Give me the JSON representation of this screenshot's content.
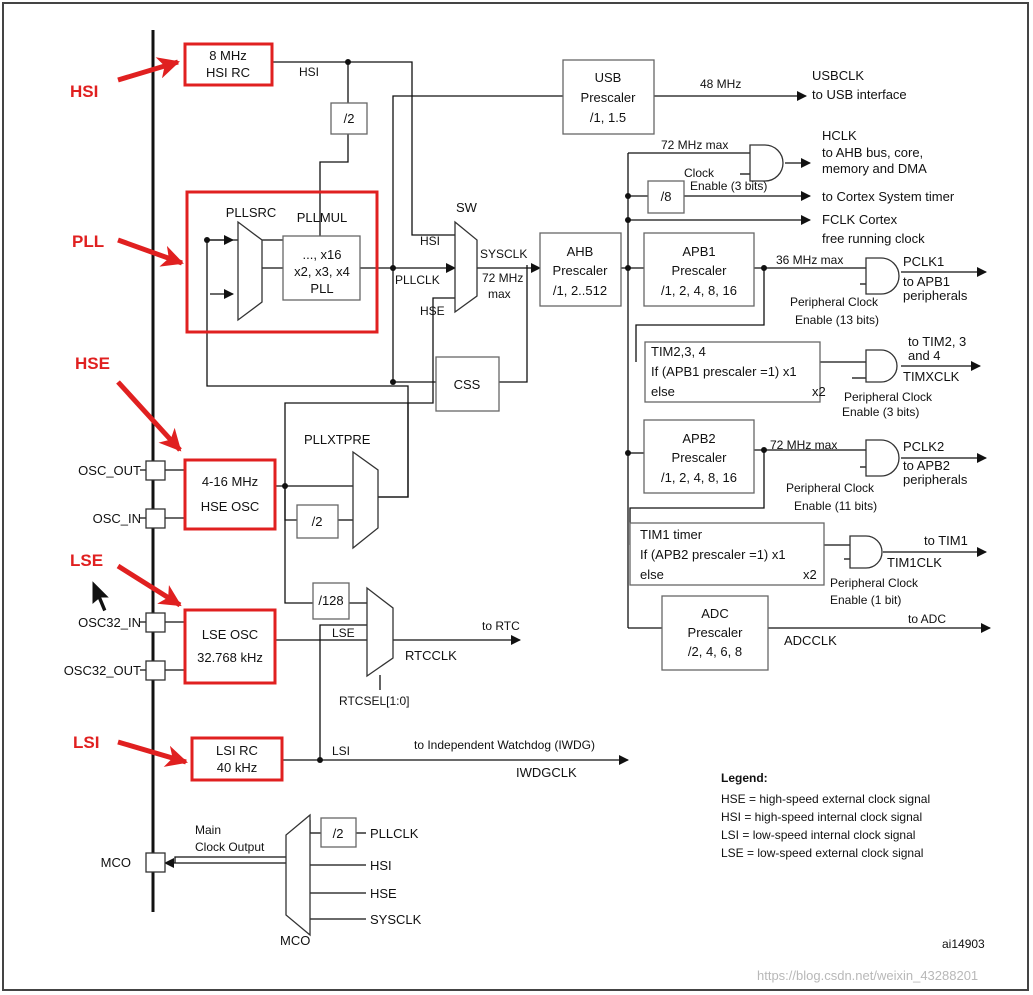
{
  "side_labels": {
    "hsi": "HSI",
    "pll": "PLL",
    "hse": "HSE",
    "lse": "LSE",
    "lsi": "LSI"
  },
  "colors": {
    "highlight": "#e02020",
    "line": "#111111",
    "box": "#555555"
  },
  "blocks": {
    "hsi_rc": [
      "8 MHz",
      "HSI RC"
    ],
    "pll": {
      "pllsrc": "PLLSRC",
      "pllmul": "PLLMUL",
      "mul_lines": [
        "..., x16",
        "x2, x3, x4",
        "PLL"
      ]
    },
    "hse_osc": [
      "4-16 MHz",
      "HSE OSC"
    ],
    "lse_osc": [
      "LSE OSC",
      "32.768 kHz"
    ],
    "lsi_rc": [
      "LSI RC",
      "40 kHz"
    ],
    "div2_top": "/2",
    "div2_hse": "/2",
    "div128": "/128",
    "div8": "/8",
    "div2_mco": "/2",
    "css": "CSS",
    "usb": [
      "USB",
      "Prescaler",
      "/1, 1.5"
    ],
    "ahb": [
      "AHB",
      "Prescaler",
      "/1, 2..512"
    ],
    "apb1": [
      "APB1",
      "Prescaler",
      "/1, 2, 4, 8, 16"
    ],
    "apb2": [
      "APB2",
      "Prescaler",
      "/1, 2, 4, 8, 16"
    ],
    "adc": [
      "ADC",
      "Prescaler",
      "/2, 4, 6, 8"
    ],
    "tim234": [
      "TIM2,3, 4",
      "If (APB1 prescaler =1) x1",
      "else",
      "x2"
    ],
    "tim1": [
      "TIM1 timer",
      "If (APB2 prescaler =1) x1",
      "else",
      "x2"
    ]
  },
  "pins": {
    "osc_out": "OSC_OUT",
    "osc_in": "OSC_IN",
    "osc32_in": "OSC32_IN",
    "osc32_out": "OSC32_OUT",
    "mco": "MCO"
  },
  "signals": {
    "hsi": "HSI",
    "sw": "SW",
    "sw_hsi": "HSI",
    "pllclk": "PLLCLK",
    "sw_hse": "HSE",
    "sysclk": "SYSCLK",
    "sysclk_max": [
      "72 MHz",
      "max"
    ],
    "pllxtpre": "PLLXTPRE",
    "lse": "LSE",
    "lsi": "LSI",
    "rtcclk": "RTCCLK",
    "to_rtc": "to RTC",
    "rtcsel": "RTCSEL[1:0]",
    "iwdg_to": "to Independent Watchdog (IWDG)",
    "iwdgclk": "IWDGCLK",
    "usb_freq": "48 MHz",
    "usbclk": "USBCLK",
    "usb_to": "to USB interface",
    "hclk_max": "72 MHz max",
    "hclk": "HCLK",
    "hclk_to": [
      "to AHB bus, core,",
      "memory and DMA"
    ],
    "clock_enable": [
      "Clock",
      "Enable (3 bits)"
    ],
    "cortex_timer": "to Cortex System timer",
    "fclk": [
      "FCLK Cortex",
      "free running clock"
    ],
    "apb1_max": "36 MHz max",
    "pclk1": "PCLK1",
    "pclk1_to": [
      "to APB1",
      "peripherals"
    ],
    "pce13": [
      "Peripheral Clock",
      "Enable (13 bits)"
    ],
    "tim234_to": [
      "to TIM2, 3",
      "and 4"
    ],
    "timxclk": "TIMXCLK",
    "pce3": [
      "Peripheral Clock",
      "Enable (3 bits)"
    ],
    "apb2_max": "72 MHz max",
    "pclk2": "PCLK2",
    "pclk2_to": [
      "to APB2",
      "peripherals"
    ],
    "pce11": [
      "Peripheral Clock",
      "Enable (11 bits)"
    ],
    "tim1_to": "to TIM1",
    "tim1clk": "TIM1CLK",
    "pce1": [
      "Peripheral Clock",
      "Enable (1 bit)"
    ],
    "adc_to": "to ADC",
    "adcclk": "ADCCLK",
    "mco_title": [
      "Main",
      "Clock Output"
    ],
    "mco_pllclk": "PLLCLK",
    "mco_hsi": "HSI",
    "mco_hse": "HSE",
    "mco_sysclk": "SYSCLK",
    "mco_sel": "MCO"
  },
  "legend": {
    "title": "Legend:",
    "items": [
      "HSE = high-speed external clock signal",
      "HSI = high-speed internal clock signal",
      "LSI = low-speed internal clock signal",
      "LSE = low-speed external clock signal"
    ]
  },
  "figure_id": "ai14903",
  "watermark": "https://blog.csdn.net/weixin_43288201"
}
